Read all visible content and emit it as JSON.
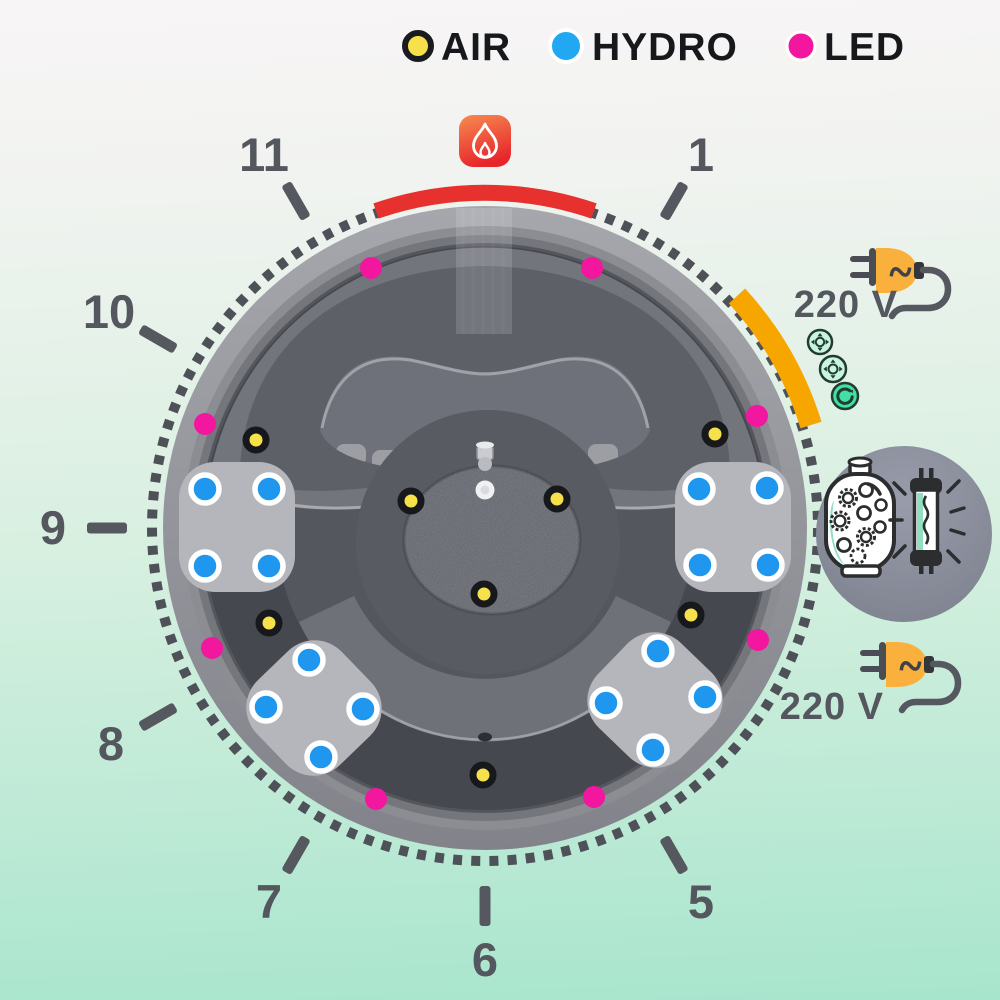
{
  "legend": {
    "items": [
      {
        "name": "air",
        "label": "AIR",
        "color": "#f6e14b",
        "ring_color": "#1a1b1f"
      },
      {
        "name": "hydro",
        "label": "HYDRO",
        "color": "#22a7f2",
        "ring_color": "#ffffff"
      },
      {
        "name": "led",
        "label": "LED",
        "color": "#f3169f",
        "ring_color": "#ffffff"
      }
    ]
  },
  "dial": {
    "numbers": [
      "11",
      "1",
      "10",
      "9",
      "8",
      "7",
      "6",
      "5"
    ],
    "number_color": "#54575e",
    "tick_color": "#55585f",
    "dotted_ring_color": "#4e5158",
    "heater_arc_color": "#e6312e",
    "power_arc_color": "#f7a600"
  },
  "voltage": {
    "top_label": "220 V",
    "bottom_label": "220 V",
    "plug_color": "#f9b03c",
    "cord_color": "#55585f"
  },
  "equipment": {
    "heater_icon": "flame",
    "heater_icon_gradient": [
      "#f78b50",
      "#e7262c"
    ],
    "pump_icon": "filtration-pump",
    "uv_icon": "uv-lamp",
    "accent_green": "#8fdfc0",
    "equipment_circle_color": "#868a98"
  },
  "controls": [
    {
      "icon": "jet-nozzle",
      "color": "#c9f5e0"
    },
    {
      "icon": "jet-nozzle",
      "color": "#c9f5e0"
    },
    {
      "icon": "rotate-power",
      "color": "#41e0a3"
    }
  ],
  "tub": {
    "hydro_jet_count": 16,
    "air_jet_count": 8,
    "led_count": 8,
    "hydro_color": "#1f97ef",
    "air_color": "#f6e14b",
    "air_ring_color": "#17181c",
    "led_color": "#f3169f",
    "pad_color": "#b5b6bb"
  }
}
